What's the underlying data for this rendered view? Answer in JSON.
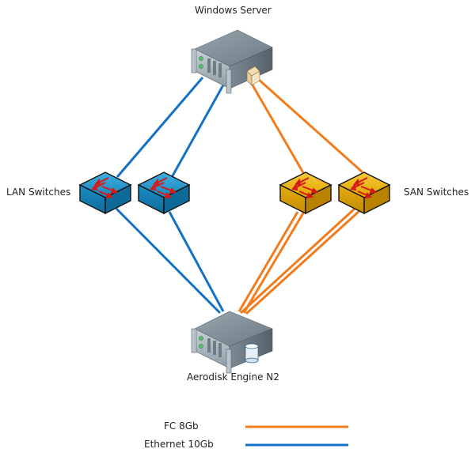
{
  "nodes": {
    "server": {
      "label": "Windows Server",
      "type": "server",
      "badge": "hba-card"
    },
    "lan_switches": {
      "label": "LAN Switches",
      "type": "switch",
      "count": 2,
      "color": "#1B8AC4"
    },
    "san_switches": {
      "label": "SAN Switches",
      "type": "switch",
      "count": 2,
      "color": "#E0A800"
    },
    "storage": {
      "label": "Aerodisk Engine N2",
      "type": "storage-server",
      "badge": "database"
    }
  },
  "legend": [
    {
      "label": "FC 8Gb",
      "color": "#F07C1E"
    },
    {
      "label": "Ethernet 10Gb",
      "color": "#1471C4"
    }
  ],
  "links": {
    "ethernet_color": "#1471C4",
    "fc_color": "#F07C1E"
  }
}
